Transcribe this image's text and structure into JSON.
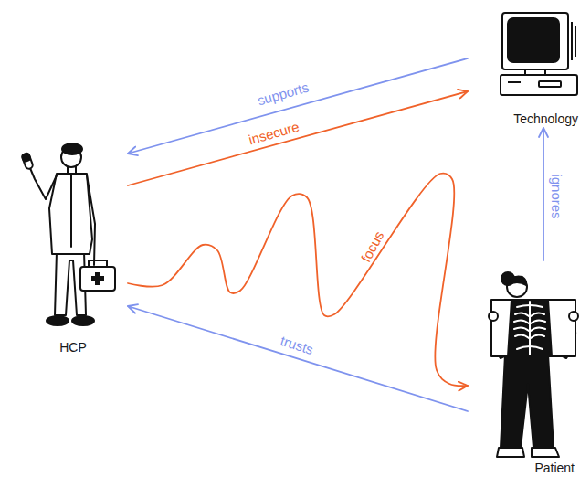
{
  "diagram": {
    "nodes": [
      {
        "text": [
          "HCP"
        ]
      },
      {
        "text": [
          "Technology"
        ]
      },
      {
        "text": [
          "Patient"
        ]
      }
    ],
    "edges": [
      {
        "from": 1,
        "to": 0,
        "label": "supports",
        "arrow": "to"
      },
      {
        "from": 0,
        "to": 1,
        "label": "insecure",
        "arrow": "to"
      },
      {
        "from": 0,
        "to": 2,
        "label": "focus",
        "arrow": "to"
      },
      {
        "from": 2,
        "to": 0,
        "label": "trusts",
        "arrow": "to"
      },
      {
        "from": 2,
        "to": 1,
        "label": "ignores",
        "arrow": "to"
      }
    ]
  }
}
